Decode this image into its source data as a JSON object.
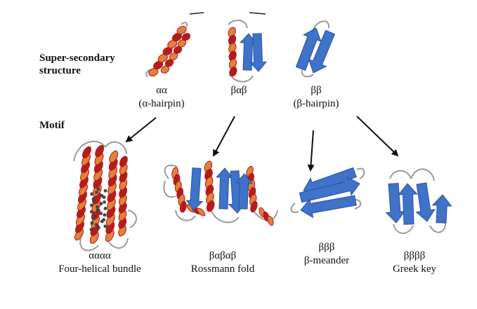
{
  "headings": {
    "super_secondary": "Super-secondary\nstructure",
    "motif": "Motif"
  },
  "elements": {
    "aa": {
      "symbol": "αα",
      "name": "(α-hairpin)"
    },
    "bab": {
      "symbol": "βαβ",
      "name": ""
    },
    "bb": {
      "symbol": "ββ",
      "name": "(β-hairpin)"
    },
    "aaaa": {
      "symbol": "αααα",
      "name": "Four-helical bundle"
    },
    "babab": {
      "symbol": "βαβαβ",
      "name": "Rossmann fold"
    },
    "bbb": {
      "symbol": "βββ",
      "name": "β-meander"
    },
    "bbbb": {
      "symbol": "ββββ",
      "name": "Greek key"
    }
  },
  "colors": {
    "helix": "#b51c1c",
    "helix_light": "#e0823a",
    "strand": "#3f72c9",
    "coil": "#9a9a9a",
    "arrow": "#111111"
  }
}
